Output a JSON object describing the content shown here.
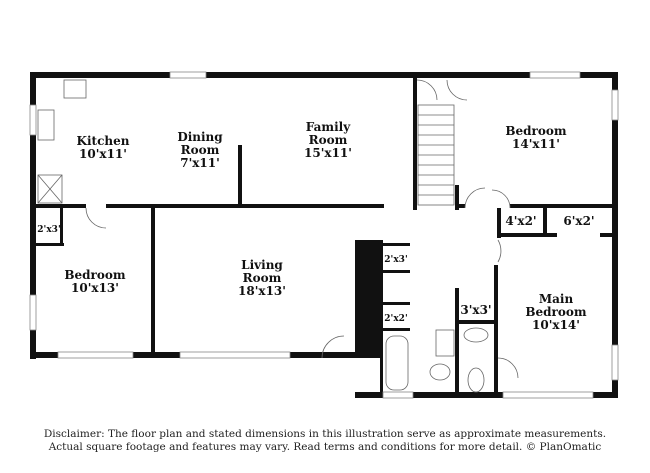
{
  "rooms": {
    "kitchen": {
      "name": "Kitchen",
      "size": "10'x11'"
    },
    "dining": {
      "name1": "Dining",
      "name2": "Room",
      "size": "7'x11'"
    },
    "family": {
      "name1": "Family",
      "name2": "Room",
      "size": "15'x11'"
    },
    "bedroom_ne": {
      "name": "Bedroom",
      "size": "14'x11'"
    },
    "closet_w": {
      "size": "2'x3'"
    },
    "bedroom_w": {
      "name": "Bedroom",
      "size": "10'x13'"
    },
    "living": {
      "name1": "Living",
      "name2": "Room",
      "size": "18'x13'"
    },
    "closet_c1": {
      "size": "2'x3'"
    },
    "closet_c2": {
      "size": "2'x2'"
    },
    "closet_4x2": {
      "size": "4'x2'"
    },
    "closet_6x2": {
      "size": "6'x2'"
    },
    "closet_3x3": {
      "size": "3'x3'"
    },
    "main_bedroom": {
      "name1": "Main",
      "name2": "Bedroom",
      "size": "10'x14'"
    }
  },
  "disclaimer": {
    "line1": "Disclaimer: The floor plan and stated dimensions in this illustration serve as approximate measurements.",
    "line2": "Actual square footage and features may vary. Read terms and conditions for more detail. © PlanOmatic"
  }
}
